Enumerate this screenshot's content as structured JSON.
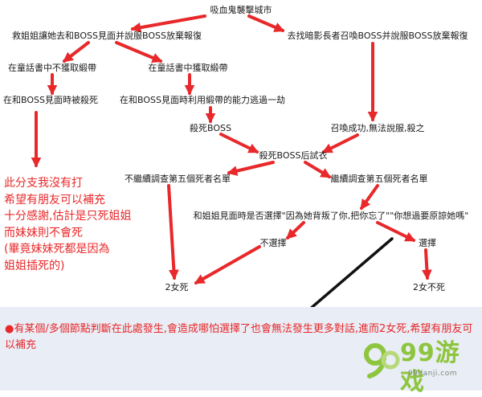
{
  "colors": {
    "arrow_red": "#e8282a",
    "arrow_black": "#111111",
    "note_red": "#e8282a",
    "footer_bg": "#e9edf5",
    "logo_green": "#8ec53f"
  },
  "nodes": {
    "root": "吸血鬼襲擊城市",
    "save_sister": "救姐姐讓她去和BOSS見面并說服BOSS放棄報復",
    "find_elder": "去找暗影長者召喚BOSS并說服BOSS放棄報復",
    "no_ribbon": "在童話書中不獲取緞帶",
    "get_ribbon": "在童話書中獲取緞帶",
    "killed_by_boss": "在和BOSS見面時被殺死",
    "escape_with_ribbon": "在和BOSS見面時利用緞帶的能力逃過一劫",
    "kill_boss": "殺死BOSS",
    "summon_success": "召喚成功,無法說服,殺之",
    "after_kill_boss": "殺死BOSS后試衣",
    "no_continue": "不繼續調查第五個死者名單",
    "continue": "繼續調查第五個死者名單",
    "choice_question": "和姐姐見面時是否選擇\"因為她背叛了你,把你忘了\"\"你想過要原諒她嗎\"",
    "not_choose": "不選擇",
    "choose": "選擇",
    "two_die": "2女死",
    "two_live": "2女不死"
  },
  "left_note": "此分支我沒有打\n希望有朋友可以補充\n十分感謝,估計是只死姐姐\n而妹妹則不會死\n(畢竟妹妹死都是因為\n姐姐插死的)",
  "footer_note": "●有某個/多個節點判斷在此處發生,會造成哪怕選擇了也會無法發生更多對話,進而2女死,希望有朋友可以補充",
  "logo": {
    "text": "99游戏",
    "url": "99danji.com"
  }
}
